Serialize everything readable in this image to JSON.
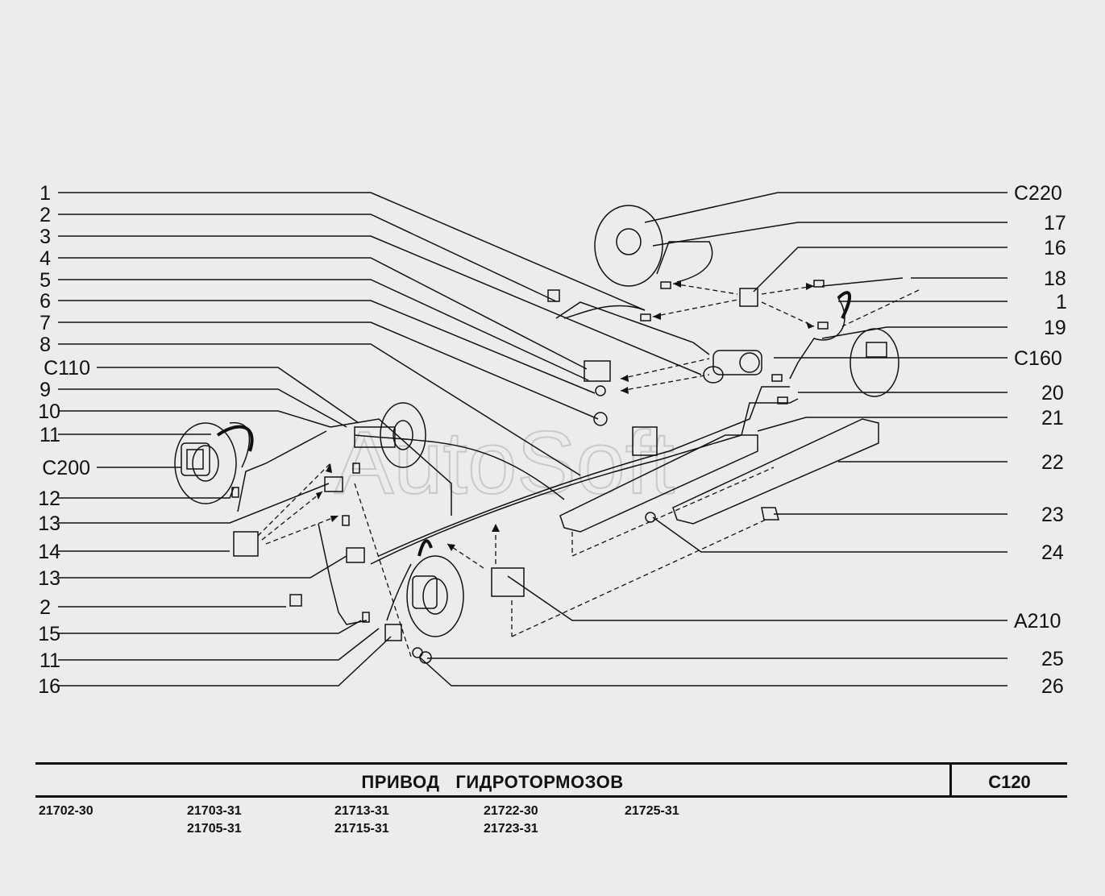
{
  "watermark": "AutoSoft",
  "callouts_left": [
    "1",
    "2",
    "3",
    "4",
    "5",
    "6",
    "7",
    "8",
    "C110",
    "9",
    "10",
    "11",
    "C200",
    "12",
    "13",
    "14",
    "13",
    "2",
    "15",
    "11",
    "16"
  ],
  "callouts_right": [
    "C220",
    "17",
    "16",
    "18",
    "1",
    "19",
    "C160",
    "20",
    "21",
    "22",
    "23",
    "24",
    "A210",
    "25",
    "26"
  ],
  "footer": {
    "title": "ПРИВОД   ГИДРОТОРМОЗОВ",
    "page_code": "C120",
    "models": {
      "col1": [
        "21702-30"
      ],
      "col2": [
        "21703-31",
        "21705-31"
      ],
      "col3": [
        "21713-31",
        "21715-31"
      ],
      "col4": [
        "21722-30",
        "21723-31"
      ],
      "col5": [
        "21725-31"
      ]
    }
  },
  "colors": {
    "background": "#ececec",
    "ink": "#111111",
    "watermark": "#c9c9c9"
  }
}
